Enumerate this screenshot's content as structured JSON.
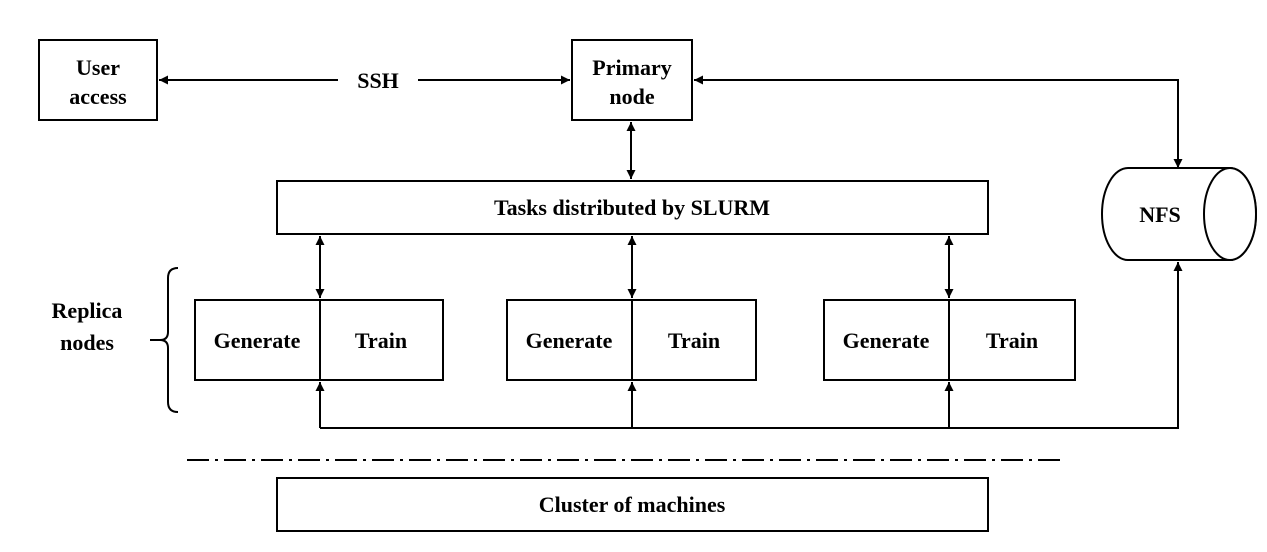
{
  "user_access": {
    "line1": "User",
    "line2": "access"
  },
  "ssh_label": "SSH",
  "primary_node": {
    "line1": "Primary",
    "line2": "node"
  },
  "slurm_label": "Tasks distributed by SLURM",
  "nfs_label": "NFS",
  "replica_label": {
    "line1": "Replica",
    "line2": "nodes"
  },
  "replicas": [
    {
      "generate": "Generate",
      "train": "Train"
    },
    {
      "generate": "Generate",
      "train": "Train"
    },
    {
      "generate": "Generate",
      "train": "Train"
    }
  ],
  "cluster_label": "Cluster of machines",
  "colors": {
    "stroke": "#000000",
    "background": "#ffffff"
  }
}
